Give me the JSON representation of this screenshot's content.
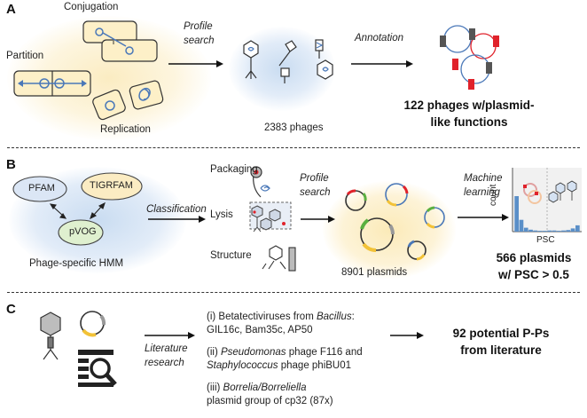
{
  "panel_a": {
    "letter": "A",
    "functions": {
      "conjugation": "Conjugation",
      "partition": "Partition",
      "replication": "Replication"
    },
    "step1": {
      "line1": "Profile",
      "line2": "search"
    },
    "step2": "Annotation",
    "phage_count": "2383 phages",
    "result": {
      "line1": "122 phages w/plasmid-",
      "line2": "like functions"
    }
  },
  "panel_b": {
    "letter": "B",
    "databases": {
      "pfam": "PFAM",
      "tigrfam": "TIGRFAM",
      "pvog": "pVOG"
    },
    "hmm_label": "Phage-specific HMM",
    "classification": "Classification",
    "categories": {
      "packaging": "Packaging",
      "lysis": "Lysis",
      "structure": "Structure"
    },
    "step": {
      "line1": "Profile",
      "line2": "search"
    },
    "ml": {
      "line1": "Machine",
      "line2": "learning"
    },
    "plasmid_count": "8901 plasmids",
    "chart": {
      "ylabel": "count",
      "xlabel": "PSC"
    },
    "result": {
      "line1": "566 plasmids",
      "line2": "w/ PSC > 0.5"
    }
  },
  "panel_c": {
    "letter": "C",
    "step": {
      "line1": "Literature",
      "line2": "research"
    },
    "items": {
      "i_line1_pre": "(i) Betatectiviruses from ",
      "i_line1_em": "Bacillus",
      "i_line1_post": ":",
      "i_line2": "GIL16c, Bam35c, AP50",
      "ii_line1_pre": "(ii) ",
      "ii_line1_em": "Pseudomonas",
      "ii_line1_post": " phage F116 and",
      "ii_line2_em": "Staphylococcus",
      "ii_line2_post": " phage phiBU01",
      "iii_line1_pre": "(iii) ",
      "iii_line1_em": "Borrelia/Borreliella",
      "iii_line2": "plasmid group of cp32 (87x)"
    },
    "result": {
      "line1": "92 potential P-Ps",
      "line2": "from literature"
    }
  },
  "colors": {
    "blue": "#4a78b8",
    "red": "#e0222b",
    "gray": "#555555",
    "yellow": "#f2c237",
    "green": "#5ab040",
    "glow_blue": "#cfe0f3",
    "glow_yellow": "#fbeec4",
    "box": "#fdf0c8"
  },
  "histogram": {
    "type": "bar",
    "values": [
      9,
      3,
      1,
      0.5,
      0.3,
      0.2,
      0.2,
      0.3,
      0.3,
      0.2,
      0.3,
      0.4,
      0.8,
      1.6
    ]
  }
}
